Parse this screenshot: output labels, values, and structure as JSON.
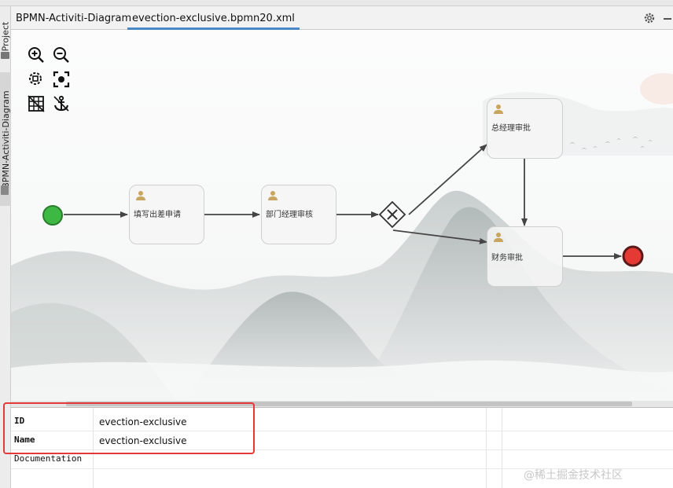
{
  "side_tabs": {
    "project": "Project",
    "bpmn": "BPMN-Activiti-Diagram"
  },
  "tabs": [
    {
      "label": "BPMN-Activiti-Diagram",
      "active": false
    },
    {
      "label": "evection-exclusive.bpmn20.xml",
      "active": true
    }
  ],
  "toolbar": {
    "tools": [
      "zoom-in-icon",
      "zoom-out-icon",
      "zoom-fit-icon",
      "zoom-actual-icon",
      "grid-icon",
      "anchor-icon"
    ]
  },
  "diagram": {
    "tasks": [
      {
        "id": "task-fill",
        "label": "填写出差申请"
      },
      {
        "id": "task-dept",
        "label": "部门经理审核"
      },
      {
        "id": "task-gm",
        "label": "总经理审批"
      },
      {
        "id": "task-finance",
        "label": "财务审批"
      }
    ],
    "colors": {
      "start": "#3db843",
      "end": "#e53935",
      "accent": "#4a88c7",
      "user_icon": "#c9a660"
    }
  },
  "properties": [
    {
      "key": "ID",
      "value": "evection-exclusive"
    },
    {
      "key": "Name",
      "value": "evection-exclusive"
    },
    {
      "key": "Documentation",
      "value": ""
    }
  ],
  "watermark": "@稀土掘金技术社区"
}
